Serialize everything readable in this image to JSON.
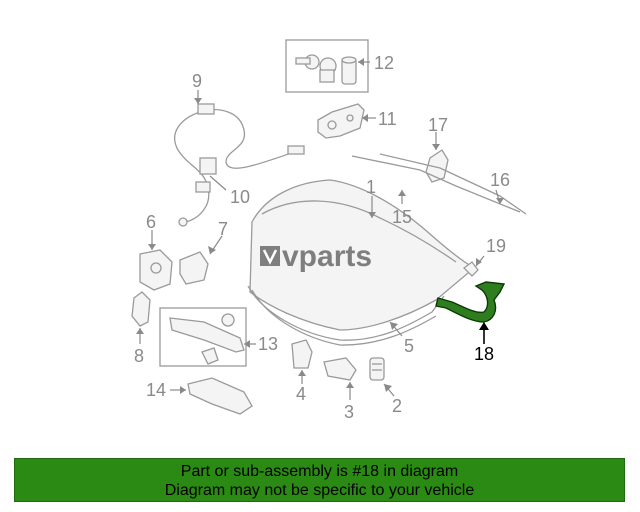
{
  "diagram": {
    "callouts": [
      {
        "id": "1",
        "label": "1"
      },
      {
        "id": "2",
        "label": "2"
      },
      {
        "id": "3",
        "label": "3"
      },
      {
        "id": "4",
        "label": "4"
      },
      {
        "id": "5",
        "label": "5"
      },
      {
        "id": "6",
        "label": "6"
      },
      {
        "id": "7",
        "label": "7"
      },
      {
        "id": "8",
        "label": "8"
      },
      {
        "id": "9",
        "label": "9"
      },
      {
        "id": "10",
        "label": "10"
      },
      {
        "id": "11",
        "label": "11"
      },
      {
        "id": "12",
        "label": "12"
      },
      {
        "id": "13",
        "label": "13"
      },
      {
        "id": "14",
        "label": "14"
      },
      {
        "id": "15",
        "label": "15"
      },
      {
        "id": "16",
        "label": "16"
      },
      {
        "id": "17",
        "label": "17"
      },
      {
        "id": "18",
        "label": "18"
      },
      {
        "id": "19",
        "label": "19"
      }
    ],
    "highlighted_part": "18",
    "highlight_color": "#2e7d1e"
  },
  "watermark": {
    "text": "vparts"
  },
  "banner": {
    "line1": "Part or sub-assembly is #18 in diagram",
    "line2": "Diagram may not be specific to your vehicle",
    "color": "#2b8a14"
  }
}
